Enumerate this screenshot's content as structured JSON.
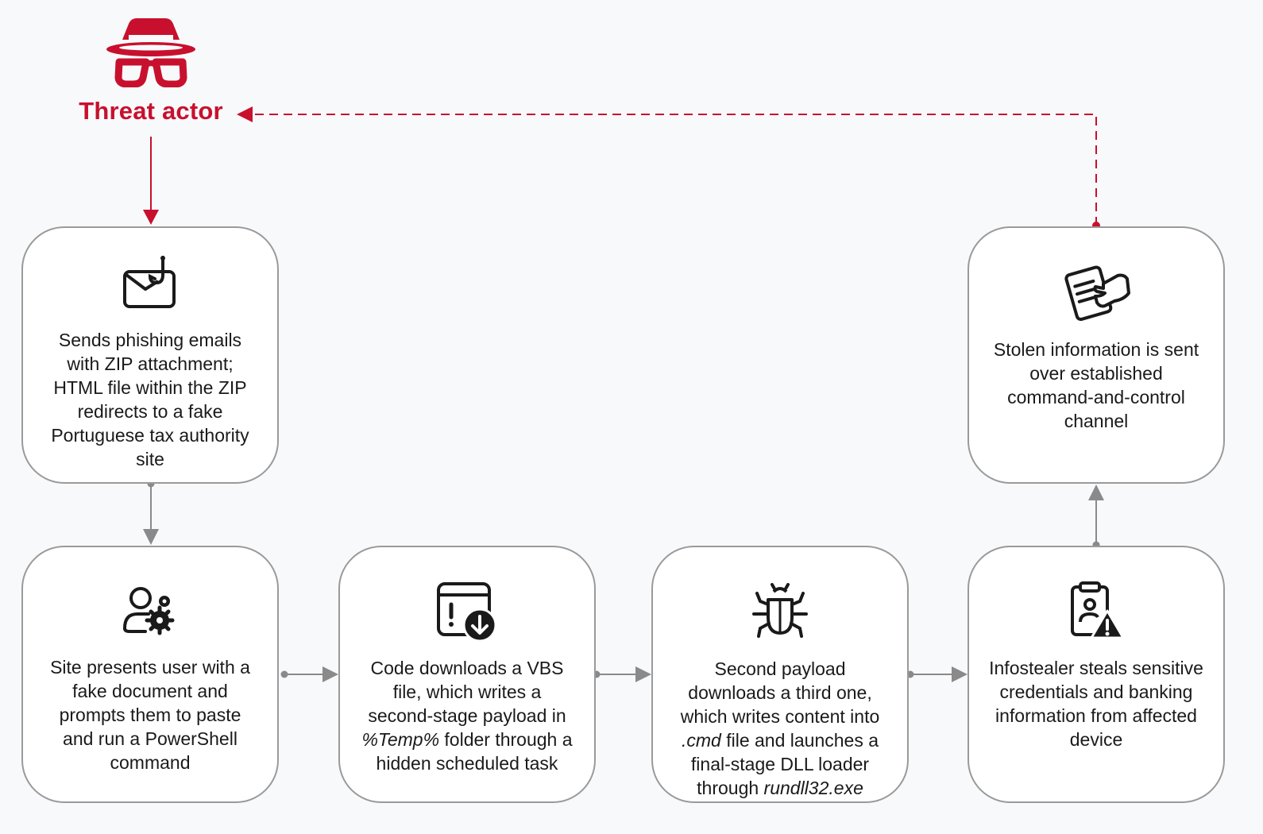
{
  "actor": {
    "title": "Threat actor"
  },
  "steps": {
    "phishing": {
      "text": "Sends phishing emails with ZIP attachment; HTML file within the ZIP redirects to a fake Portuguese tax authority site"
    },
    "fake_doc": {
      "text": "Site presents user with a fake document and prompts them to paste and run a PowerShell command"
    },
    "vbs": {
      "text_1": "Code downloads a VBS file, which writes a second-stage payload in ",
      "text_em": "%Temp%",
      "text_2": " folder through a hidden scheduled task"
    },
    "second": {
      "text_1": "Second payload downloads a third one, which writes content into ",
      "text_em_1": ".cmd",
      "text_2": " file and launches a final-stage DLL loader through ",
      "text_em_2": "rundll32.exe"
    },
    "infostealer": {
      "text": "Infostealer steals sensitive credentials and banking information from affected device"
    },
    "c2": {
      "text": "Stolen information is sent over established command-and-control channel"
    }
  },
  "colors": {
    "accent_red": "#c8102e",
    "connector_gray": "#8a8a8a",
    "card_border": "#9a9a9a"
  },
  "icons": [
    "spy-icon",
    "phishing-email-icon",
    "user-settings-icon",
    "window-download-icon",
    "bug-icon",
    "clipboard-warning-icon",
    "stolen-documents-icon"
  ]
}
